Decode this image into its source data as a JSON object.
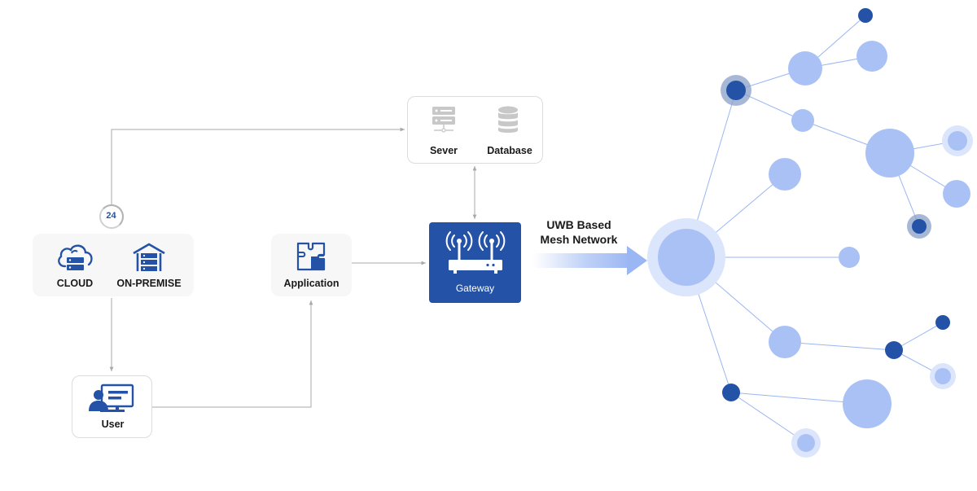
{
  "labels": {
    "cloud": "CLOUD",
    "on_premise": "ON-PREMISE",
    "application": "Application",
    "user": "User",
    "server": "Sever",
    "database": "Database",
    "gateway": "Gateway",
    "mesh_line1": "UWB Based",
    "mesh_line2": "Mesh Network",
    "badge": "24"
  },
  "colors": {
    "brand_blue": "#2452a6",
    "node_light": "#a9c1f5",
    "node_halo": "#dbe5fb",
    "connector_gray": "#a8a8a8",
    "box_fill": "#f7f7f7"
  },
  "icons": [
    "cloud-server-icon",
    "warehouse-icon",
    "puzzle-icon",
    "user-monitor-icon",
    "server-rack-icon",
    "database-icon",
    "router-icon",
    "arrow-right-icon"
  ]
}
